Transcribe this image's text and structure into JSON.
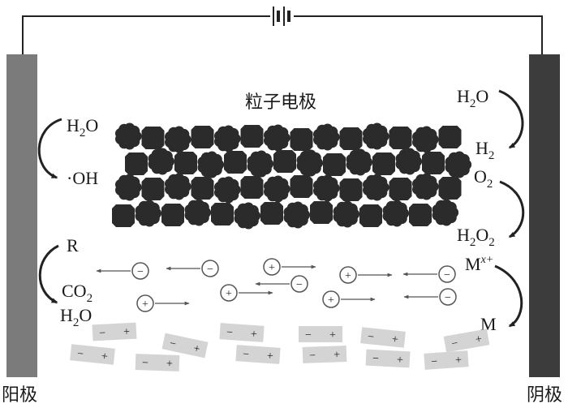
{
  "labels": {
    "title": "粒子电极",
    "anode": "阳极",
    "cathode": "阴极"
  },
  "anode_side": {
    "h2o": {
      "main": "H",
      "sub": "2",
      "tail": "O"
    },
    "oh": "·OH",
    "r": "R",
    "co2": {
      "main": "CO",
      "sub": "2"
    },
    "h2o_2": {
      "main": "H",
      "sub": "2",
      "tail": "O"
    }
  },
  "cathode_side": {
    "h2o": {
      "main": "H",
      "sub": "2",
      "tail": "O"
    },
    "h2": {
      "main": "H",
      "sub": "2"
    },
    "o2": {
      "main": "O",
      "sub": "2"
    },
    "h2o2": {
      "main": "H",
      "sub": "2",
      "mid": "O",
      "sub2": "2"
    },
    "mx": {
      "main": "M",
      "sup": "x+"
    },
    "m": "M"
  },
  "signs": {
    "minus": "−",
    "plus": "+"
  },
  "colors": {
    "anode": "#7b7b7b",
    "cathode": "#3c3c3c",
    "particle": "#2b2b2b",
    "pair_fill": "#d4d4d4"
  }
}
